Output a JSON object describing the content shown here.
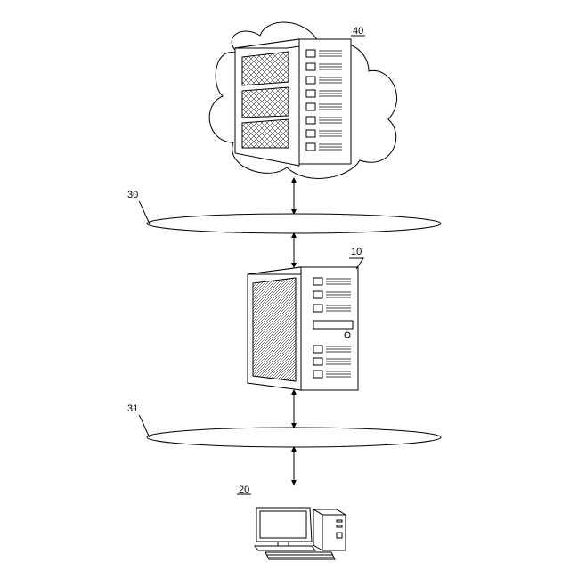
{
  "labels": {
    "cloud_server": "40",
    "network_upper": "30",
    "server": "10",
    "network_lower": "31",
    "client_terminal": "20"
  }
}
